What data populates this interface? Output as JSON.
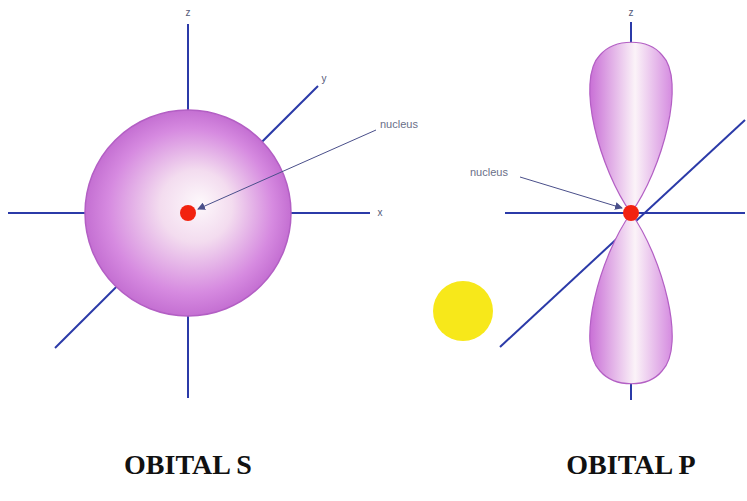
{
  "diagram": {
    "labels": [
      "z",
      "y",
      "nucleus",
      "x",
      "z",
      "nucleus",
      "OBITAL S",
      "OBITAL P"
    ]
  }
}
